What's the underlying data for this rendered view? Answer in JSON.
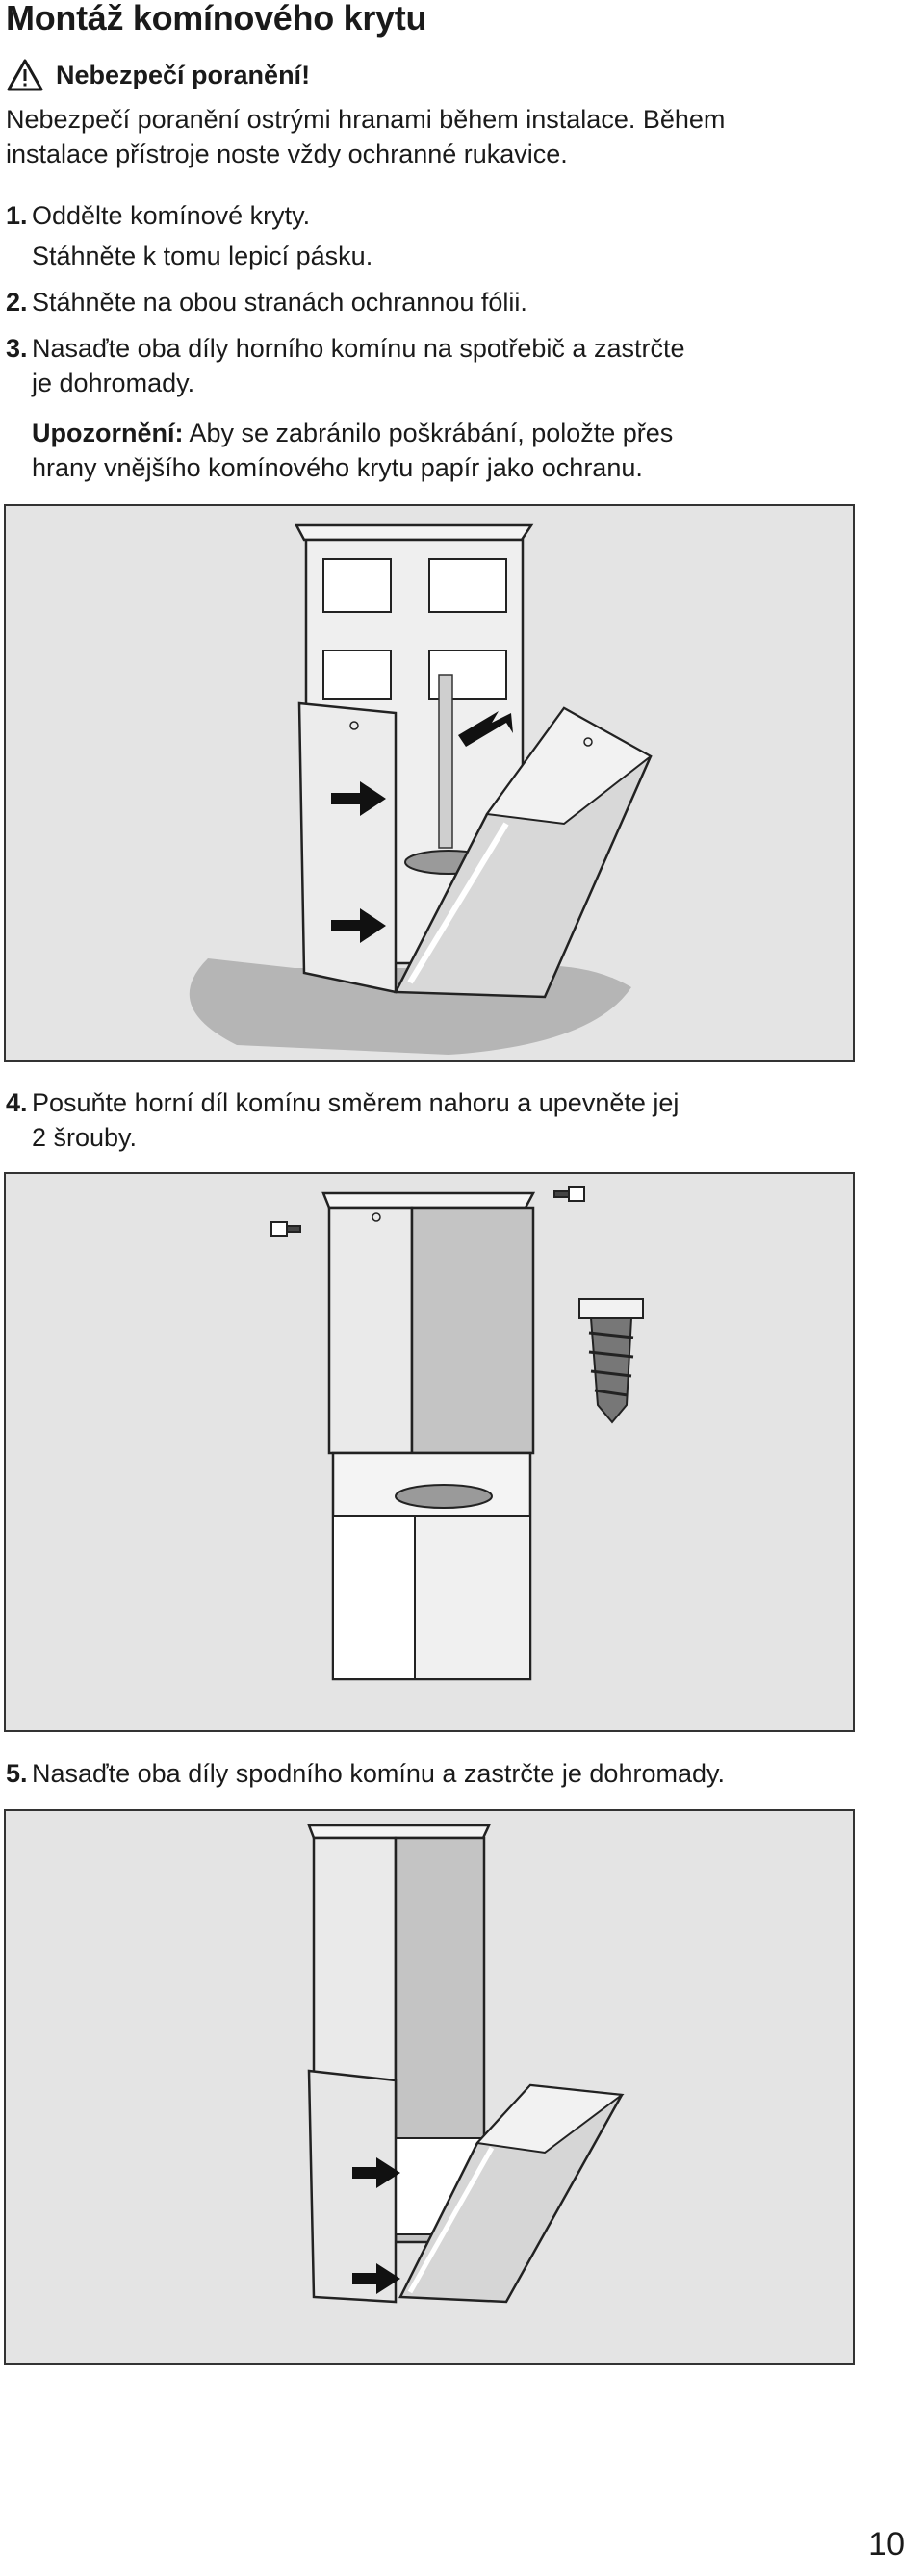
{
  "heading": "Montáž komínového krytu",
  "warning": {
    "icon": "warning-triangle-icon",
    "title": "Nebezpečí poranění!",
    "text_line1": "Nebezpečí poranění ostrými hranami během instalace. Během",
    "text_line2": "instalace přístroje noste vždy ochranné rukavice."
  },
  "steps": [
    {
      "num": "1.",
      "line1": "Oddělte komínové kryty.",
      "line2": "Stáhněte k tomu lepicí pásku."
    },
    {
      "num": "2.",
      "line1": "Stáhněte na obou stranách ochrannou fólii."
    },
    {
      "num": "3.",
      "line1": "Nasaďte oba díly horního komínu na spotřebič a zastrčte",
      "line2": "je dohromady."
    },
    {
      "num": "4.",
      "line1": "Posuňte horní díl komínu směrem nahoru a upevněte jej",
      "line2": "2 šrouby."
    },
    {
      "num": "5.",
      "line1": "Nasaďte oba díly spodního komínu a zastrčte je dohromady."
    }
  ],
  "note": {
    "label": "Upozornění:",
    "line1": "Aby se zabránilo poškrábání, položte přes",
    "line2": "hrany vnějšího komínového krytu papír jako ochranu."
  },
  "page_number": "10"
}
